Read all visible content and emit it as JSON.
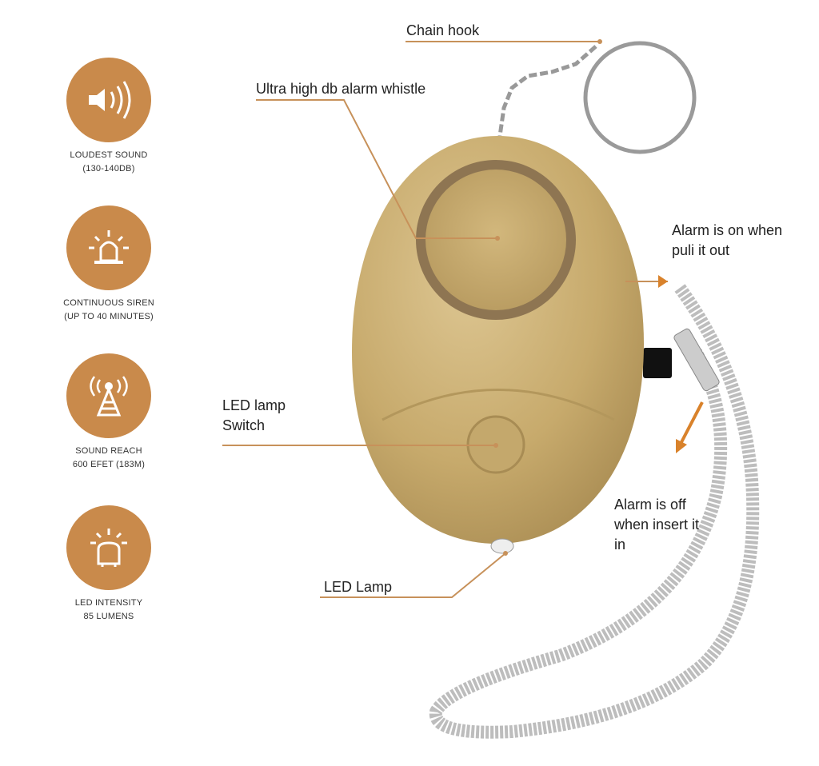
{
  "features": [
    {
      "icon": "speaker-icon",
      "line1": "LOUDEST SOUND",
      "line2": "(130-140DB)"
    },
    {
      "icon": "siren-icon",
      "line1": "CONTINUOUS SIREN",
      "line2": "(UP TO 40 MINUTES)"
    },
    {
      "icon": "signal-tower-icon",
      "line1": "SOUND REACH",
      "line2": "600 EFET (183M)"
    },
    {
      "icon": "led-lamp-icon",
      "line1": "LED INTENSITY",
      "line2": "85 LUMENS"
    }
  ],
  "callouts": {
    "chain_hook": "Chain hook",
    "whistle": "Ultra high db alarm whistle",
    "alarm_on_1": "Alarm is on when",
    "alarm_on_2": "puli it out",
    "led_switch_1": "LED lamp",
    "led_switch_2": "Switch",
    "alarm_off_1": "Alarm is off",
    "alarm_off_2": "when insert it",
    "alarm_off_3": "in",
    "led_lamp": "LED Lamp"
  },
  "colors": {
    "accent": "#c98a4b",
    "device": "#c9ad72",
    "line": "#c7915a"
  }
}
